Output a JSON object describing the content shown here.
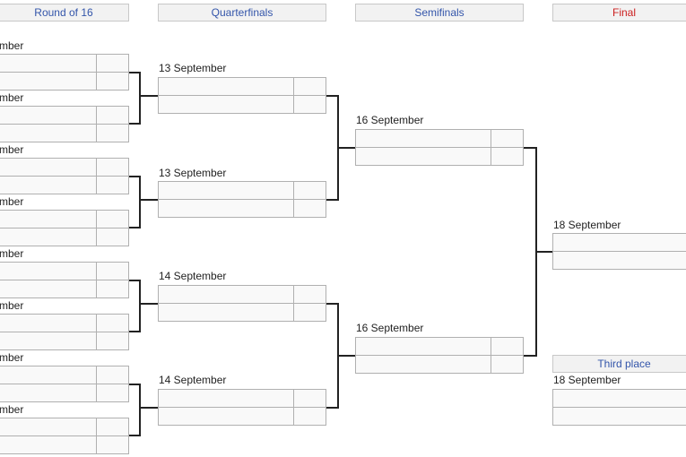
{
  "headers": {
    "round_of_16": "Round of 16",
    "quarterfinals": "Quarterfinals",
    "semifinals": "Semifinals",
    "final": "Final",
    "third_place": "Third place"
  },
  "colors": {
    "header_text": "#3355aa",
    "final_text": "#cc2020",
    "lines": "#222222",
    "border": "#b0b0b0"
  },
  "dates": {
    "r16": [
      "mber",
      "mber",
      "mber",
      "mber",
      "mber",
      "mber",
      "mber",
      "mber"
    ],
    "qf": [
      "13 September",
      "13 September",
      "14 September",
      "14 September"
    ],
    "sf": [
      "16 September",
      "16 September"
    ],
    "final": "18 September",
    "third_place": "18 September"
  }
}
